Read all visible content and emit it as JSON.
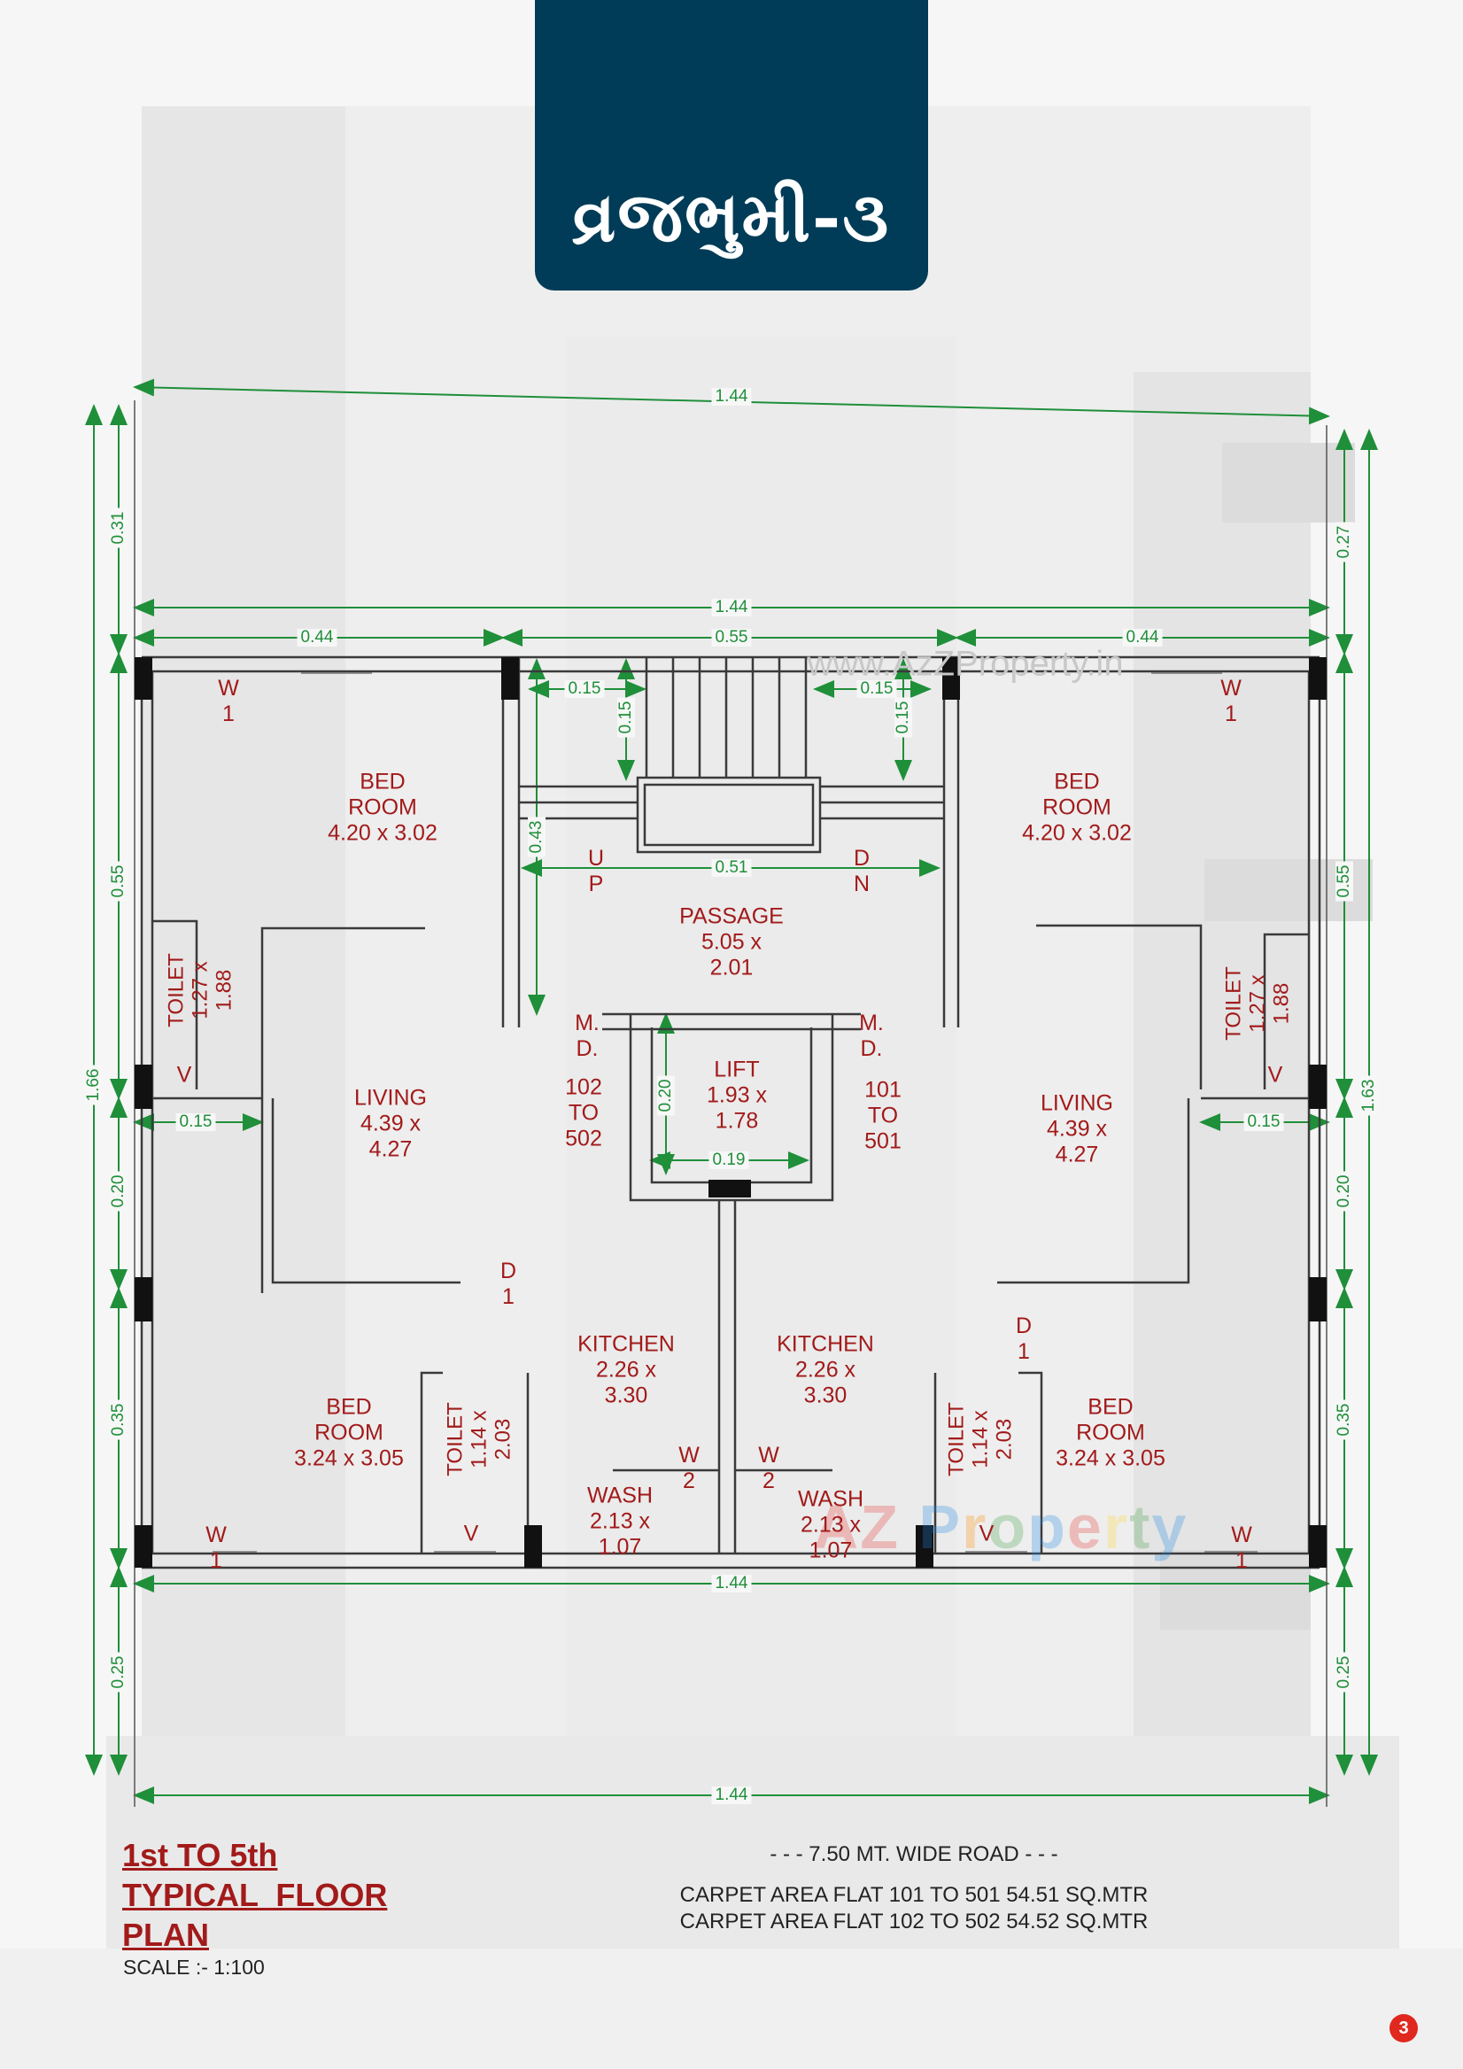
{
  "header": {
    "title": "વ્રજભુમી-૩",
    "bg_color": "#003c57"
  },
  "rooms": {
    "bed_tl": {
      "name": "BED\nROOM",
      "size": "4.20 x 3.02"
    },
    "bed_tr": {
      "name": "BED\nROOM",
      "size": "4.20 x 3.02"
    },
    "bed_bl": {
      "name": "BED\nROOM",
      "size": "3.24 x 3.05"
    },
    "bed_br": {
      "name": "BED\nROOM",
      "size": "3.24 x 3.05"
    },
    "passage": {
      "name": "PASSAGE",
      "size": "5.05 x",
      "size2": "2.01"
    },
    "lift": {
      "name": "LIFT",
      "size": "1.93 x",
      "size2": "1.78"
    },
    "living_l": {
      "name": "LIVING",
      "size": "4.39 x",
      "size2": "4.27"
    },
    "living_r": {
      "name": "LIVING",
      "size": "4.39 x",
      "size2": "4.27"
    },
    "kitchen_l": {
      "name": "KITCHEN",
      "size": "2.26 x",
      "size2": "3.30"
    },
    "kitchen_r": {
      "name": "KITCHEN",
      "size": "2.26 x",
      "size2": "3.30"
    },
    "wash_l": {
      "name": "WASH",
      "size": "2.13 x",
      "size2": "1.07"
    },
    "wash_r": {
      "name": "WASH",
      "size": "2.13 x",
      "size2": "1.07"
    },
    "toilet_ul": {
      "name": "TOILET",
      "size": "1.27 x",
      "size2": "1.88"
    },
    "toilet_ur": {
      "name": "TOILET",
      "size": "1.27 x",
      "size2": "1.88"
    },
    "toilet_ll": {
      "name": "TOILET",
      "size": "1.14 x",
      "size2": "2.03"
    },
    "toilet_lr": {
      "name": "TOILET",
      "size": "1.14 x",
      "size2": "2.03"
    }
  },
  "markers": {
    "w1": "W",
    "w1n": "1",
    "w2": "W",
    "w2n": "2",
    "v": "V",
    "d": "D",
    "d1": "1",
    "up_u": "U",
    "up_p": "P",
    "dn_d": "D",
    "dn_n": "N",
    "md_m": "M.",
    "md_d": "D.",
    "flat_left": [
      "102",
      "TO",
      "502"
    ],
    "flat_right": [
      "101",
      "TO",
      "501"
    ]
  },
  "dimensions": {
    "top_total": "1.44",
    "inner_total": "1.44",
    "mid_total": "1.44",
    "bottom_total": "1.44",
    "left_span": "0.44",
    "center_span": "0.55",
    "right_span": "0.44",
    "stair_side": "0.15",
    "stair_depth": "0.15",
    "stair_height": "0.43",
    "stair_width": "0.51",
    "lift_height": "0.20",
    "lift_width": "0.19",
    "left_top": "0.31",
    "left_upper": "0.55",
    "left_total": "1.66",
    "left_mid": "0.20",
    "left_lower": "0.35",
    "left_bottom": "0.25",
    "right_top": "0.27",
    "right_upper": "0.55",
    "right_total": "1.63",
    "right_mid": "0.20",
    "right_lower": "0.35",
    "right_bottom": "0.25",
    "toilet_offset": "0.15"
  },
  "footer": {
    "title_lines": [
      "1st TO 5th",
      "TYPICAL  FLOOR",
      "PLAN"
    ],
    "scale": "SCALE :- 1:100",
    "road": "- - - 7.50 MT. WIDE ROAD - - -",
    "carpet_101": "CARPET AREA FLAT 101 TO 501 54.51 SQ.MTR",
    "carpet_102": "CARPET AREA FLAT 102 TO 502 54.52 SQ.MTR",
    "page_number": "3"
  },
  "watermarks": {
    "site": "www.AzZProperty.in",
    "brand": "AZ Property"
  },
  "colors": {
    "wall": "#3a3a3a",
    "dimension": "#1f8f3a",
    "room_label": "#a21a1a"
  }
}
